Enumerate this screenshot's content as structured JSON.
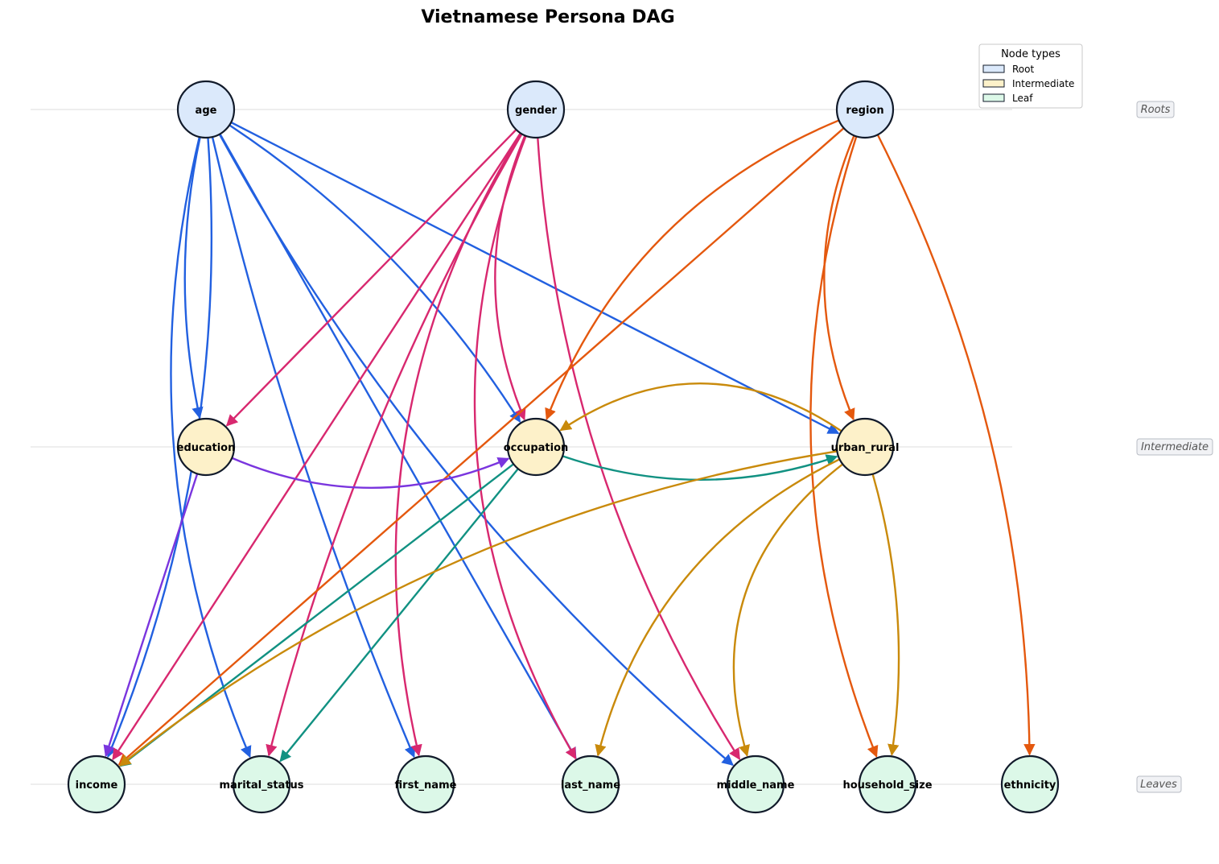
{
  "title": "Vietnamese Persona DAG",
  "legend": {
    "title": "Node types",
    "items": [
      {
        "label": "Root",
        "color": "#dbe9fb"
      },
      {
        "label": "Intermediate",
        "color": "#fdf1c9"
      },
      {
        "label": "Leaf",
        "color": "#dcf8e8"
      }
    ]
  },
  "tiers": {
    "roots": "Roots",
    "intermediate": "Intermediate",
    "leaves": "Leaves"
  },
  "nodes": [
    {
      "id": "age",
      "label": "age",
      "type": "root"
    },
    {
      "id": "gender",
      "label": "gender",
      "type": "root"
    },
    {
      "id": "region",
      "label": "region",
      "type": "root"
    },
    {
      "id": "education",
      "label": "education",
      "type": "intermediate"
    },
    {
      "id": "occupation",
      "label": "occupation",
      "type": "intermediate"
    },
    {
      "id": "urban_rural",
      "label": "urban_rural",
      "type": "intermediate"
    },
    {
      "id": "income",
      "label": "income",
      "type": "leaf"
    },
    {
      "id": "marital_status",
      "label": "marital_status",
      "type": "leaf"
    },
    {
      "id": "first_name",
      "label": "first_name",
      "type": "leaf"
    },
    {
      "id": "last_name",
      "label": "last_name",
      "type": "leaf"
    },
    {
      "id": "middle_name",
      "label": "middle_name",
      "type": "leaf"
    },
    {
      "id": "household_size",
      "label": "household_size",
      "type": "leaf"
    },
    {
      "id": "ethnicity",
      "label": "ethnicity",
      "type": "leaf"
    }
  ],
  "edges": [
    {
      "from": "age",
      "to": "income"
    },
    {
      "from": "age",
      "to": "marital_status"
    },
    {
      "from": "age",
      "to": "education"
    },
    {
      "from": "age",
      "to": "occupation"
    },
    {
      "from": "age",
      "to": "first_name"
    },
    {
      "from": "age",
      "to": "last_name"
    },
    {
      "from": "age",
      "to": "middle_name"
    },
    {
      "from": "age",
      "to": "urban_rural"
    },
    {
      "from": "gender",
      "to": "education"
    },
    {
      "from": "gender",
      "to": "income"
    },
    {
      "from": "gender",
      "to": "marital_status"
    },
    {
      "from": "gender",
      "to": "first_name"
    },
    {
      "from": "gender",
      "to": "last_name"
    },
    {
      "from": "gender",
      "to": "occupation"
    },
    {
      "from": "gender",
      "to": "middle_name"
    },
    {
      "from": "region",
      "to": "occupation"
    },
    {
      "from": "region",
      "to": "income"
    },
    {
      "from": "region",
      "to": "urban_rural"
    },
    {
      "from": "region",
      "to": "household_size"
    },
    {
      "from": "region",
      "to": "ethnicity"
    },
    {
      "from": "education",
      "to": "occupation"
    },
    {
      "from": "education",
      "to": "income"
    },
    {
      "from": "occupation",
      "to": "urban_rural"
    },
    {
      "from": "occupation",
      "to": "income"
    },
    {
      "from": "occupation",
      "to": "marital_status"
    },
    {
      "from": "urban_rural",
      "to": "occupation"
    },
    {
      "from": "urban_rural",
      "to": "income"
    },
    {
      "from": "urban_rural",
      "to": "last_name"
    },
    {
      "from": "urban_rural",
      "to": "middle_name"
    },
    {
      "from": "urban_rural",
      "to": "household_size"
    }
  ],
  "colors": {
    "age": "#2260e0",
    "gender": "#d8286f",
    "region": "#e4580e",
    "education": "#7a35de",
    "occupation": "#119182",
    "urban_rural": "#c98a0b",
    "node_stroke": "#111a2a",
    "tier_line": "#dddddd"
  }
}
